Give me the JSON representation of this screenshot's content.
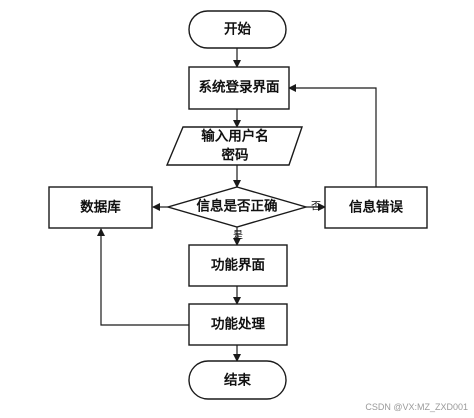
{
  "flowchart": {
    "start": "开始",
    "login": "系统登录界面",
    "input_line1": "输入用户名",
    "input_line2": "密码",
    "decision": "信息是否正确",
    "database": "数据库",
    "error": "信息错误",
    "function_ui": "功能界面",
    "function_proc": "功能处理",
    "end": "结束",
    "yes_label": "是",
    "no_label": "否"
  },
  "watermark": "CSDN @VX:MZ_ZXD001"
}
